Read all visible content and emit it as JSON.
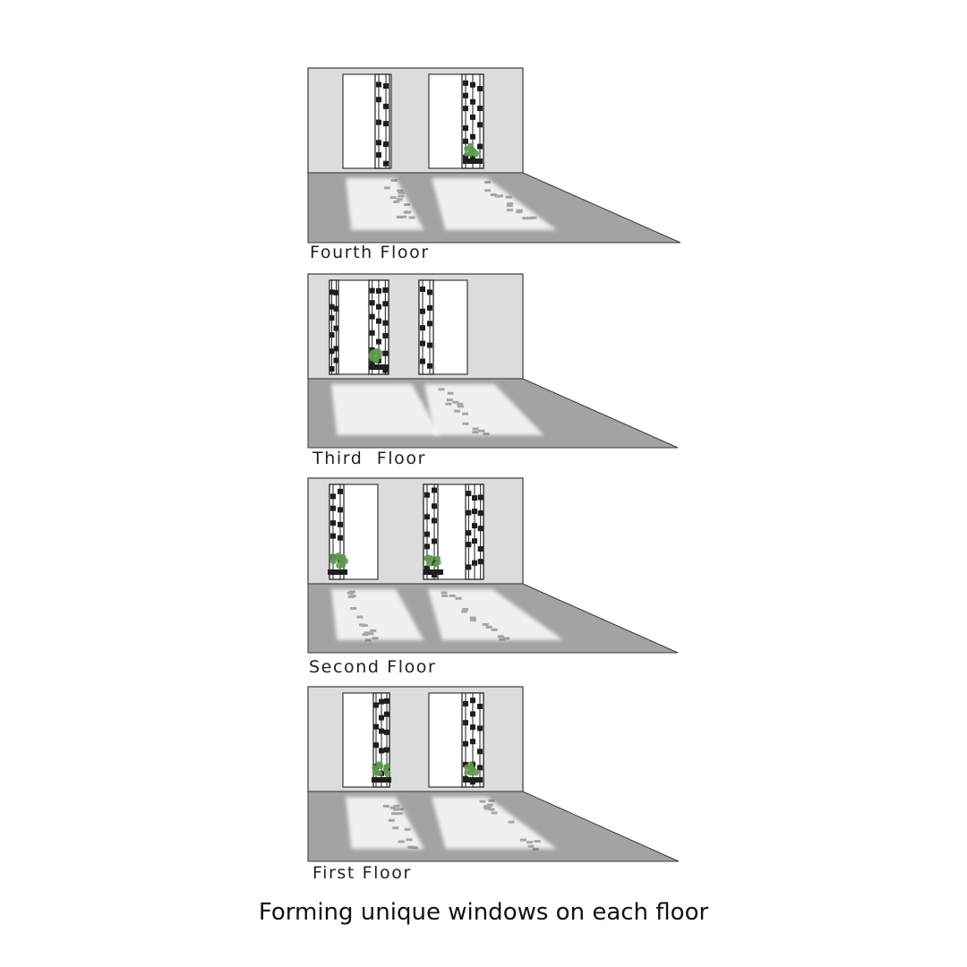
{
  "floors": [
    {
      "label": "Fourth Floor"
    },
    {
      "label": "Third  Floor"
    },
    {
      "label": "Second Floor"
    },
    {
      "label": "First Floor"
    }
  ],
  "caption": "Forming unique windows on each floor",
  "colors": {
    "wall": "#dcdcdc",
    "floor": "#a3a3a3",
    "outline": "#3a3a3a",
    "window": "#ffffff",
    "screen": "#1e1e1e",
    "light": "#f7f7f7",
    "plant": "#5e9a4e"
  }
}
